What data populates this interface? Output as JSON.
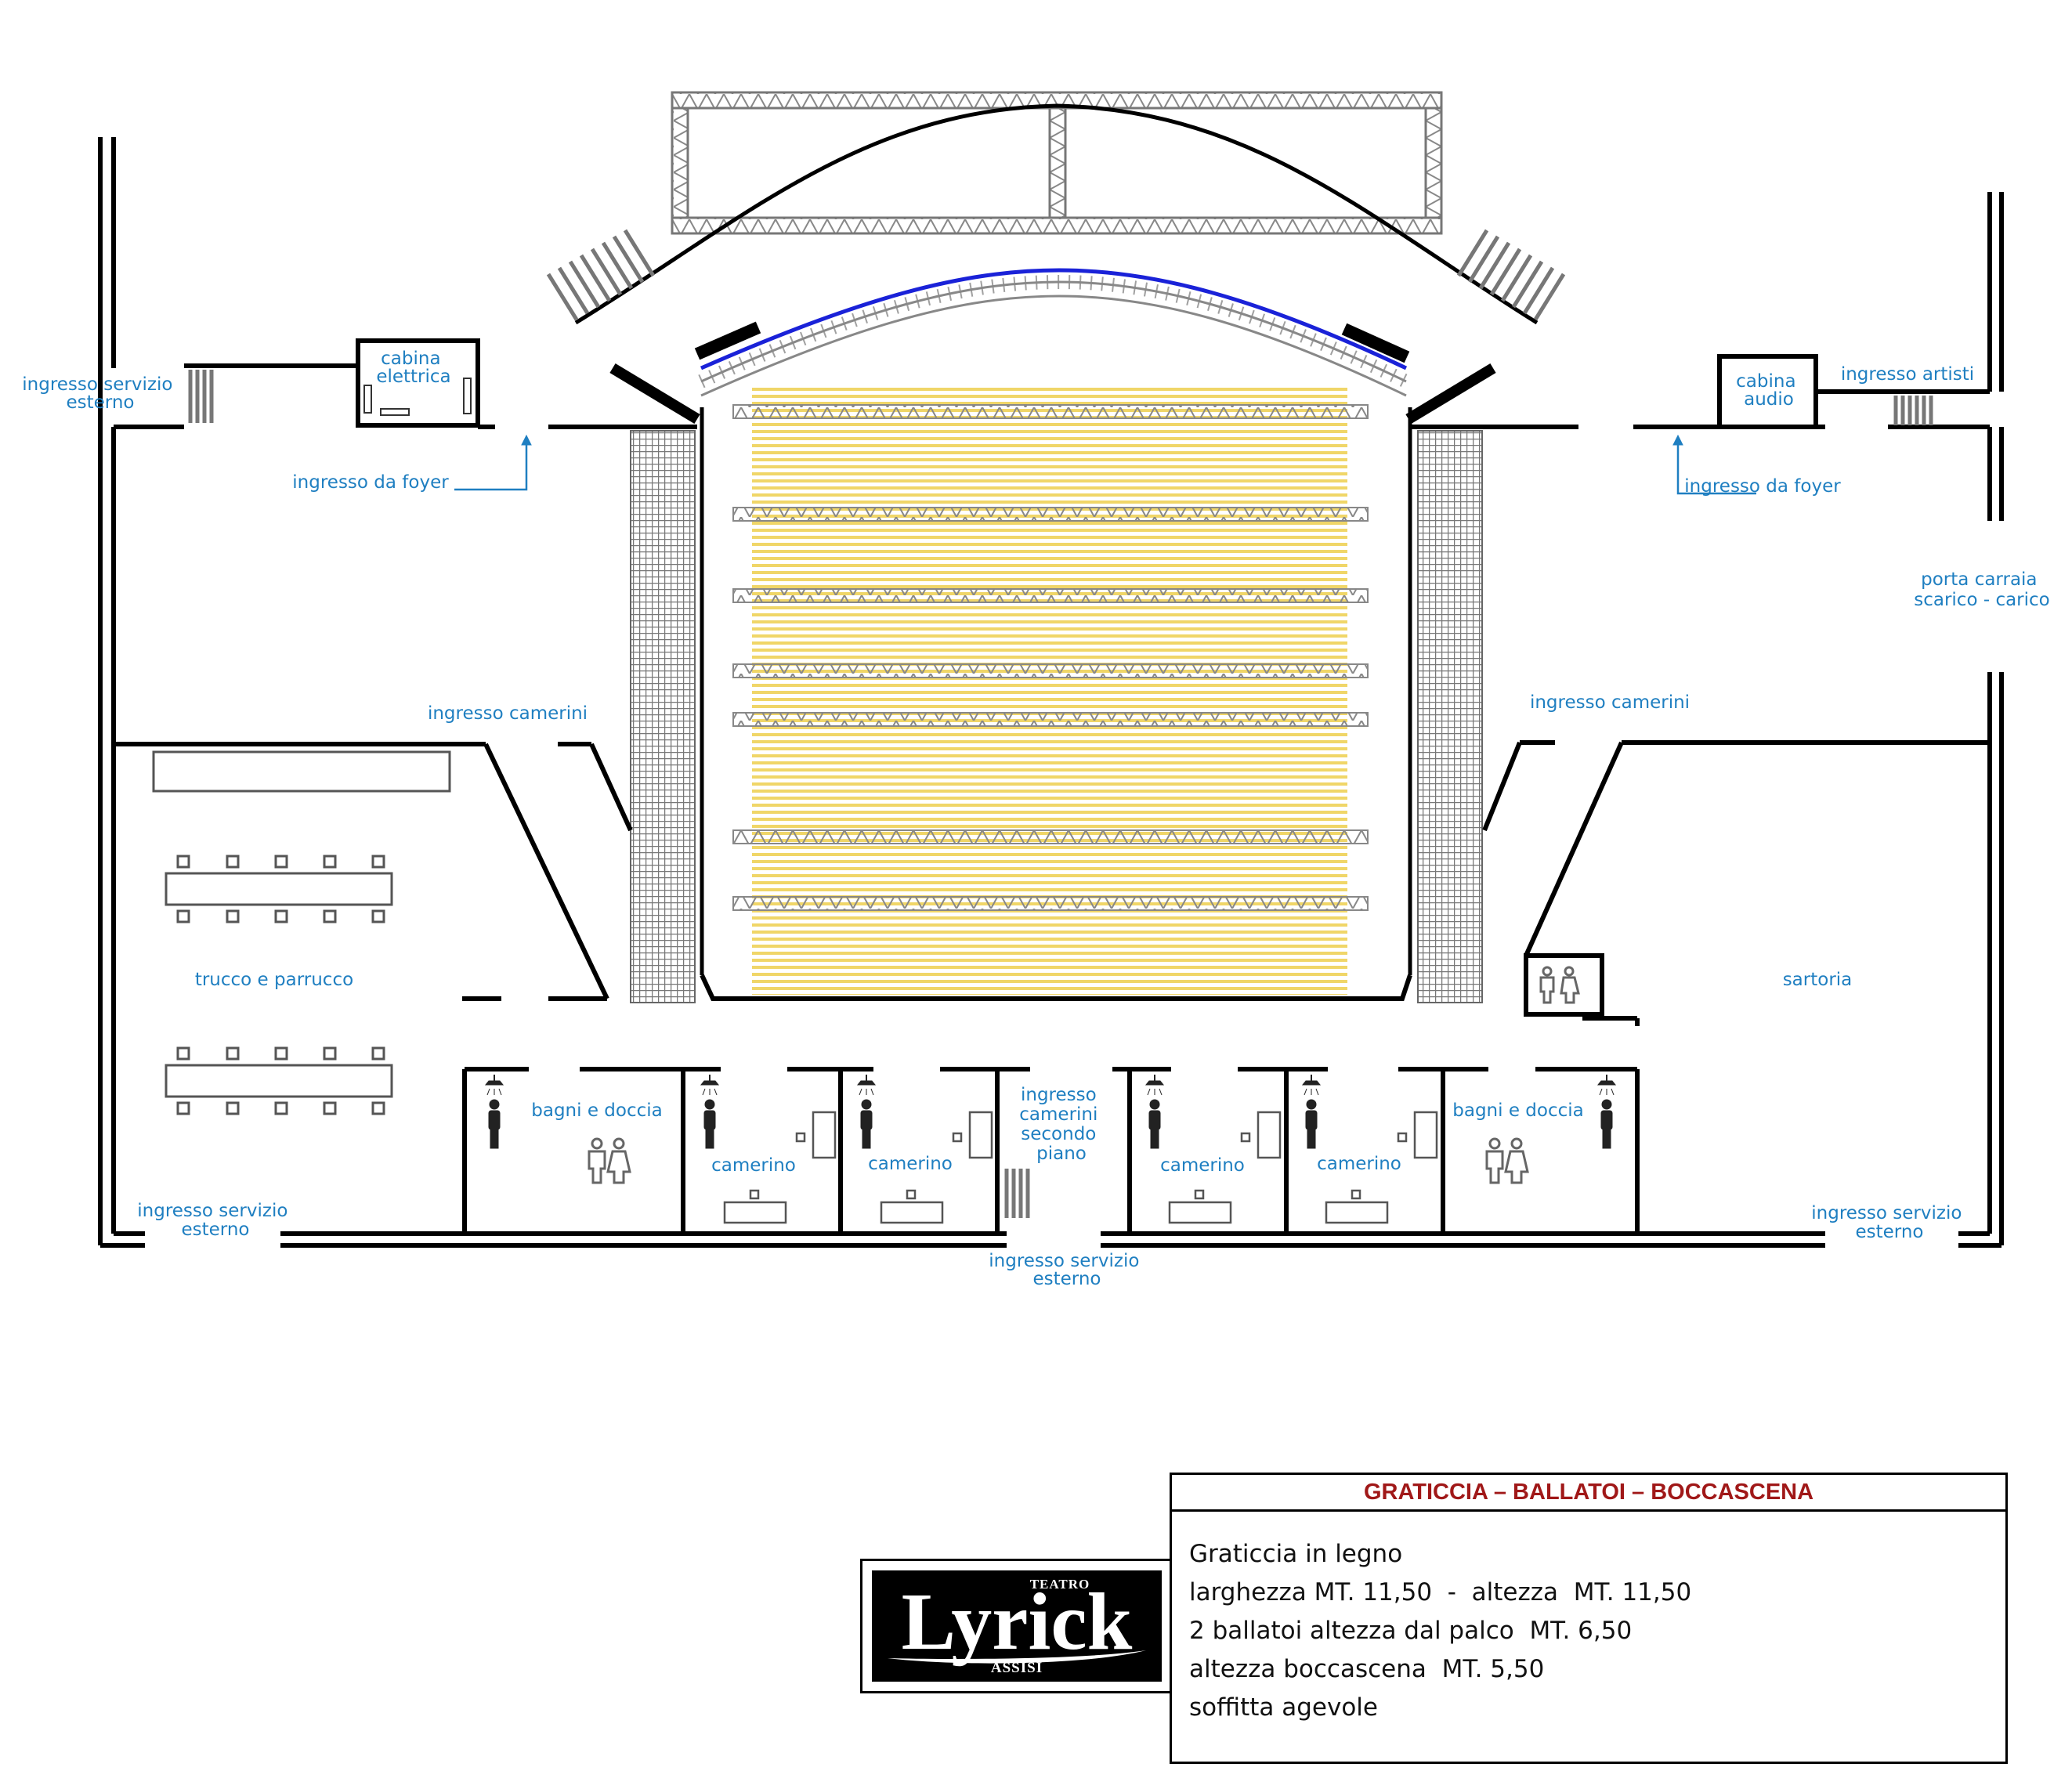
{
  "labels": {
    "ingresso_servizio_nw": [
      "ingresso servizio",
      "esterno"
    ],
    "cabina_elettrica": [
      "cabina",
      "elettrica"
    ],
    "ingresso_foyer_left": "ingresso da foyer",
    "ingresso_foyer_right": "ingresso da foyer",
    "cabina_audio": [
      "cabina",
      "audio"
    ],
    "ingresso_artisti": "ingresso artisti",
    "porta_carraia": [
      "porta carraia",
      "scarico - carico"
    ],
    "ingresso_camerini_left": "ingresso camerini",
    "ingresso_camerini_right": "ingresso camerini",
    "trucco_parrucco": "trucco e parrucco",
    "sartoria": "sartoria",
    "bagni_doccia_left": "bagni e doccia",
    "bagni_doccia_right": "bagni e doccia",
    "camerino": "camerino",
    "ingresso_camerini_secondo_piano": [
      "ingresso",
      "camerini",
      "secondo",
      "piano"
    ],
    "ingresso_servizio_sw": [
      "ingresso servizio",
      "esterno"
    ],
    "ingresso_servizio_s": [
      "ingresso servizio",
      "esterno"
    ],
    "ingresso_servizio_se": [
      "ingresso servizio",
      "esterno"
    ]
  },
  "info": {
    "title": "GRATICCIA – BALLATOI – BOCCASCENA",
    "lines": [
      "Graticcia in legno",
      "larghezza MT. 11,50  -  altezza  MT. 11,50",
      "2 ballatoi altezza dal palco  MT. 6,50",
      "altezza boccascena  MT. 5,50",
      "soffitta agevole"
    ]
  },
  "logo": {
    "top": "TEATRO",
    "name": "Lyrick",
    "bottom": "ASSISI"
  },
  "colors": {
    "label": "#1f7fc1",
    "title": "#a01818",
    "stage": "#f0d668",
    "batten": "#9a9a9a",
    "curtain": "#1a22d8"
  }
}
